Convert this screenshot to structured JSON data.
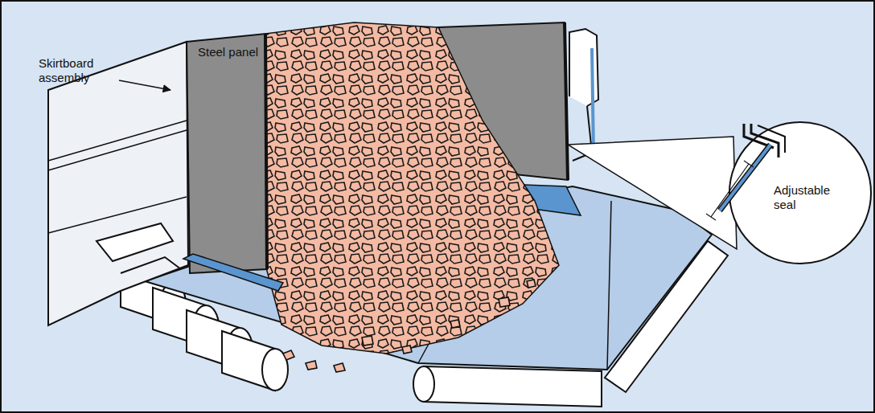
{
  "diagram": {
    "labels": [
      "Steel panel",
      "Skirtboard assembly",
      "Adjustable seal"
    ]
  }
}
